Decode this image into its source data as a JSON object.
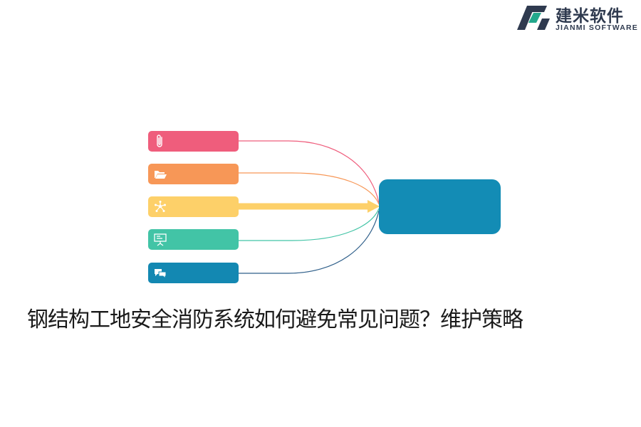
{
  "logo": {
    "name_cn": "建米软件",
    "name_en": "JIANMI SOFTWARE",
    "colors": {
      "dark": "#2f3a4f",
      "accent": "#23a88c"
    }
  },
  "diagram": {
    "type": "converging-branches",
    "branches": [
      {
        "icon": "paperclip-icon",
        "color": "#ef5d7c"
      },
      {
        "icon": "folder-open-icon",
        "color": "#f79757"
      },
      {
        "icon": "network-icon",
        "color": "#fdd069",
        "highlighted": true
      },
      {
        "icon": "presentation-board-icon",
        "color": "#42c4a6"
      },
      {
        "icon": "chat-bubbles-icon",
        "color": "#1388b2"
      }
    ],
    "hub": {
      "color": "#138cb5"
    }
  },
  "title": "钢结构工地安全消防系统如何避免常见问题？维护策略"
}
